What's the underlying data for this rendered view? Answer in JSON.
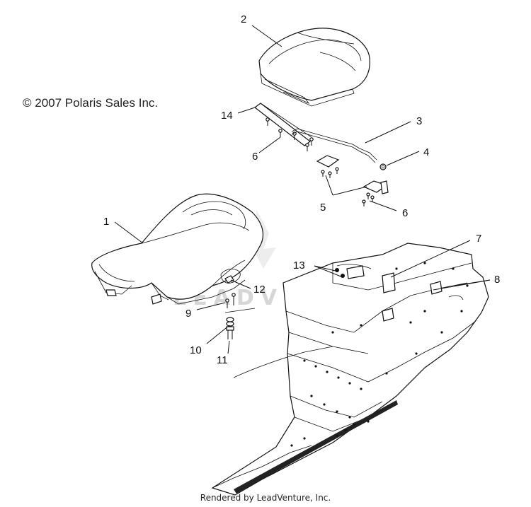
{
  "header": {
    "copyright": "© 2007 Polaris Sales Inc."
  },
  "watermark": {
    "text": "LEADVENTURE"
  },
  "footer": {
    "text": "Rendered by LeadVenture, Inc."
  },
  "callouts": [
    {
      "id": "1",
      "label": "1"
    },
    {
      "id": "2",
      "label": "2"
    },
    {
      "id": "3",
      "label": "3"
    },
    {
      "id": "4",
      "label": "4"
    },
    {
      "id": "5",
      "label": "5"
    },
    {
      "id": "6a",
      "label": "6"
    },
    {
      "id": "6b",
      "label": "6"
    },
    {
      "id": "7",
      "label": "7"
    },
    {
      "id": "8",
      "label": "8"
    },
    {
      "id": "9",
      "label": "9"
    },
    {
      "id": "10",
      "label": "10"
    },
    {
      "id": "11",
      "label": "11"
    },
    {
      "id": "12",
      "label": "12"
    },
    {
      "id": "13",
      "label": "13"
    },
    {
      "id": "14",
      "label": "14"
    }
  ]
}
